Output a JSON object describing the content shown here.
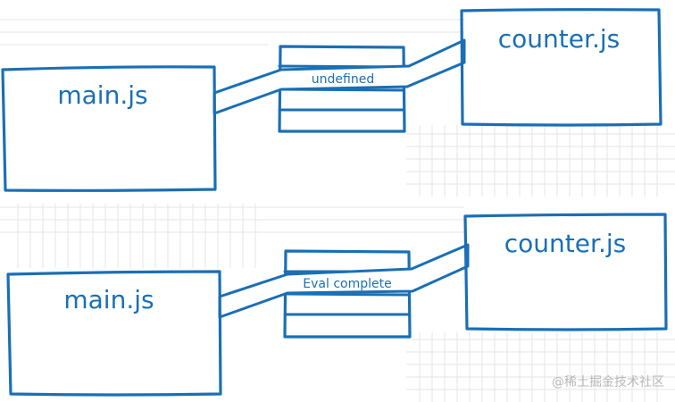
{
  "diagrams": [
    {
      "left_module": "main.js",
      "right_module": "counter.js",
      "cell_value": "undefined"
    },
    {
      "left_module": "main.js",
      "right_module": "counter.js",
      "cell_value": "Eval complete"
    }
  ],
  "watermark": "@稀土掘金技术社区",
  "colors": {
    "stroke": "#1a6fb5",
    "grid": "#e6e6e6",
    "watermark": "#b8b8b8"
  }
}
